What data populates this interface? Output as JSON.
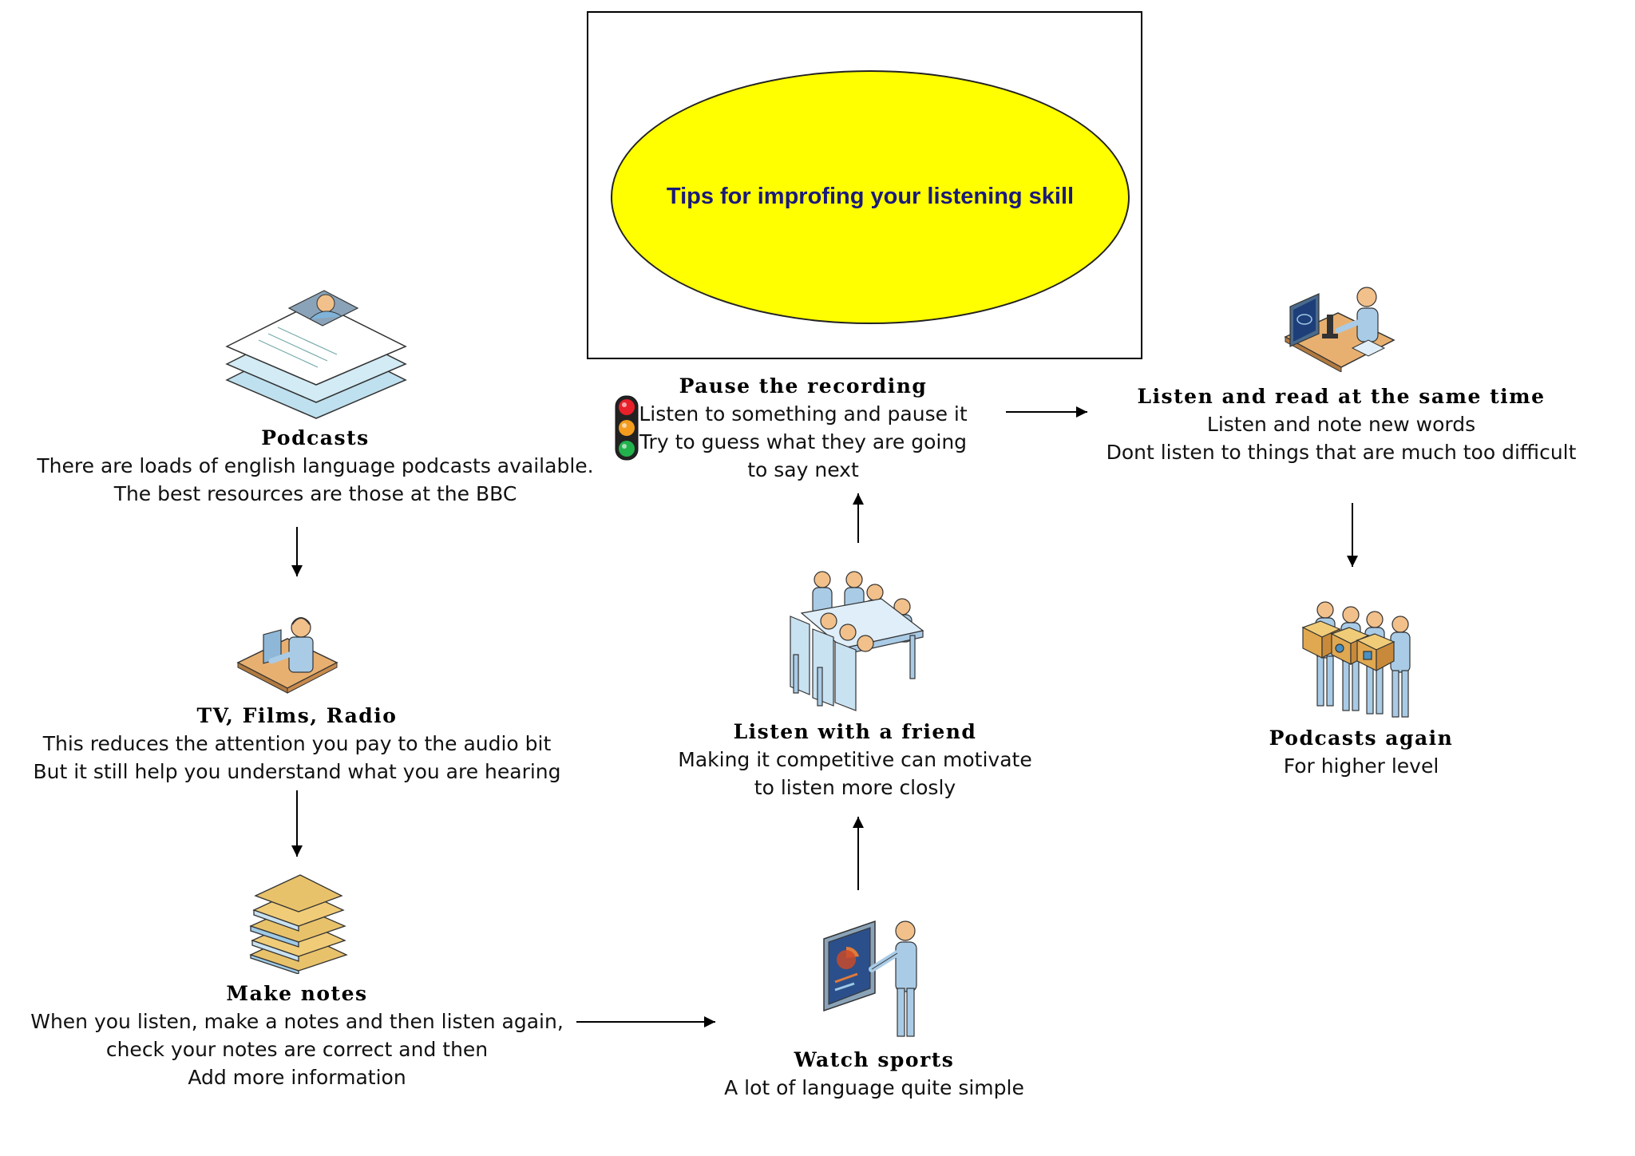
{
  "title": "Tips for improfing your listening skill",
  "nodes": {
    "podcasts": {
      "title": "Podcasts",
      "lines": [
        "There are loads of english language podcasts available.",
        "The best resources are those at the BBC"
      ],
      "icon": "document-stack-icon"
    },
    "tv": {
      "title": "TV, Films, Radio",
      "lines": [
        "This reduces the attention you pay to the audio bit",
        "But it still help you understand what you are hearing"
      ],
      "icon": "call-center-agent-icon"
    },
    "notes": {
      "title": "Make notes",
      "lines": [
        "When you listen, make a notes and then listen again,",
        "check your notes are correct and then",
        "Add more information"
      ],
      "icon": "book-stack-icon"
    },
    "sports": {
      "title": "Watch sports",
      "lines": [
        "A lot of language quite simple"
      ],
      "icon": "presenter-chart-icon"
    },
    "friend": {
      "title": "Listen with a friend",
      "lines": [
        "Making it competitive can motivate",
        "to listen more closly"
      ],
      "icon": "meeting-table-icon"
    },
    "pause": {
      "title": "Pause the recording",
      "lines": [
        "Listen to something and pause it",
        "Try to guess what they are going",
        "to say next"
      ],
      "icon": "traffic-light-icon"
    },
    "read": {
      "title": "Listen and read at the same time",
      "lines": [
        "Listen and note new words",
        "Dont listen to things that are much too difficult"
      ],
      "icon": "lab-worker-icon"
    },
    "again": {
      "title": "Podcasts again",
      "lines": [
        "For higher level"
      ],
      "icon": "people-carrying-boxes-icon"
    }
  },
  "colors": {
    "ellipse_fill": "#ffff00",
    "title_text": "#1a1a7a",
    "figure_body": "#a9cbe6",
    "figure_skin": "#f2c08a",
    "book": "#e8c26a"
  }
}
